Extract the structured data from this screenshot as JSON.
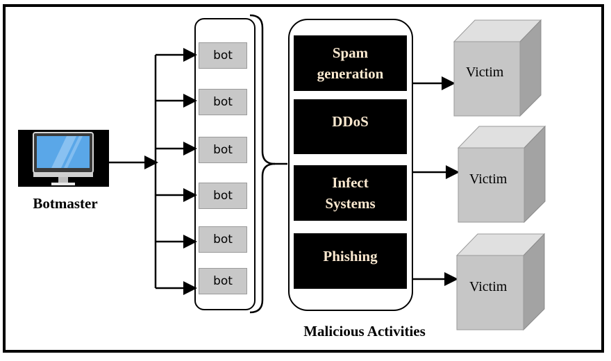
{
  "botmaster": {
    "label": "Botmaster"
  },
  "bots": [
    "bot",
    "bot",
    "bot",
    "bot",
    "bot",
    "bot"
  ],
  "activities": [
    "Spam\ngeneration",
    "DDoS",
    "Infect\nSystems",
    "Phishing"
  ],
  "malicious_label": "Malicious Activities",
  "victims": [
    "Victim",
    "Victim",
    "Victim"
  ],
  "colors": {
    "bot_fill": "#c8c8c8",
    "activity_fill": "#000000",
    "activity_text": "#fbe9d0",
    "cube_front": "#c6c6c6",
    "cube_top": "#e0e0e0",
    "cube_side": "#a3a3a3",
    "screen": "#5aa7e8"
  }
}
